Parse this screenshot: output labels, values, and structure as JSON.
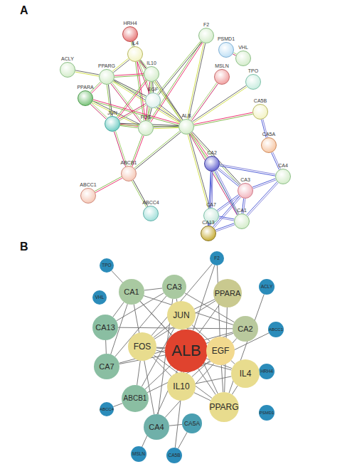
{
  "diagram": {
    "nodes": [
      {
        "text": [
          "HRH4"
        ]
      },
      {
        "text": [
          "F2"
        ]
      },
      {
        "text": [
          "PSMD1"
        ]
      },
      {
        "text": [
          "VHL"
        ]
      },
      {
        "text": [
          "IL4"
        ]
      },
      {
        "text": [
          "ACLY"
        ]
      },
      {
        "text": [
          "PPARG"
        ]
      },
      {
        "text": [
          "IL10"
        ]
      },
      {
        "text": [
          "MSLN"
        ]
      },
      {
        "text": [
          "TPO"
        ]
      },
      {
        "text": [
          "EGF"
        ]
      },
      {
        "text": [
          "CA5B"
        ]
      },
      {
        "text": [
          "PPARA"
        ]
      },
      {
        "text": [
          "JUN"
        ]
      },
      {
        "text": [
          "FOS"
        ]
      },
      {
        "text": [
          "ALB"
        ]
      },
      {
        "text": [
          "CA5A"
        ]
      },
      {
        "text": [
          "CA2"
        ]
      },
      {
        "text": [
          "CA4"
        ]
      },
      {
        "text": [
          "ABCB1"
        ]
      },
      {
        "text": [
          "CA3"
        ]
      },
      {
        "text": [
          "ABCC1"
        ]
      },
      {
        "text": [
          "ABCC4"
        ]
      },
      {
        "text": [
          "CA7"
        ]
      },
      {
        "text": [
          "CA1"
        ]
      },
      {
        "text": [
          "CA13"
        ]
      },
      {
        "text": [
          "TPO"
        ]
      },
      {
        "text": [
          "F2"
        ]
      },
      {
        "text": [
          "VHL"
        ]
      },
      {
        "text": [
          "CA1"
        ]
      },
      {
        "text": [
          "CA3"
        ]
      },
      {
        "text": [
          "PPARA"
        ]
      },
      {
        "text": [
          "ACLY"
        ]
      },
      {
        "text": [
          "JUN"
        ]
      },
      {
        "text": [
          "CA13"
        ]
      },
      {
        "text": [
          "CA2"
        ]
      },
      {
        "text": [
          "ABCC1"
        ]
      },
      {
        "text": [
          "FOS"
        ]
      },
      {
        "text": [
          "ALB"
        ]
      },
      {
        "text": [
          "EGF"
        ]
      },
      {
        "text": [
          "HRH4"
        ]
      },
      {
        "text": [
          "CA7"
        ]
      },
      {
        "text": [
          "IL4"
        ]
      },
      {
        "text": [
          "IL10"
        ]
      },
      {
        "text": [
          "ABCB1"
        ]
      },
      {
        "text": [
          "PPARG"
        ]
      },
      {
        "text": [
          "PSMD1"
        ]
      },
      {
        "text": [
          "ABCC4"
        ]
      },
      {
        "text": [
          "CA4"
        ]
      },
      {
        "text": [
          "CA5A"
        ]
      },
      {
        "text": [
          "MSLN"
        ]
      },
      {
        "text": [
          "CA5B"
        ]
      }
    ],
    "edges": [
      {
        "from": 0,
        "to": 4,
        "arrow": "none"
      },
      {
        "from": 4,
        "to": 7,
        "arrow": "none"
      },
      {
        "from": 4,
        "to": 6,
        "arrow": "none"
      },
      {
        "from": 4,
        "to": 14,
        "arrow": "none"
      },
      {
        "from": 4,
        "to": 15,
        "arrow": "none"
      },
      {
        "from": 4,
        "to": 10,
        "arrow": "none"
      },
      {
        "from": 1,
        "to": 15,
        "arrow": "none"
      },
      {
        "from": 1,
        "to": 14,
        "arrow": "none"
      },
      {
        "from": 1,
        "to": 10,
        "arrow": "none"
      },
      {
        "from": 2,
        "to": 3,
        "arrow": "none"
      },
      {
        "from": 5,
        "to": 6,
        "arrow": "none"
      },
      {
        "from": 6,
        "to": 12,
        "arrow": "none"
      },
      {
        "from": 6,
        "to": 13,
        "arrow": "none"
      },
      {
        "from": 6,
        "to": 14,
        "arrow": "none"
      },
      {
        "from": 6,
        "to": 15,
        "arrow": "none"
      },
      {
        "from": 6,
        "to": 7,
        "arrow": "none"
      },
      {
        "from": 6,
        "to": 10,
        "arrow": "none"
      },
      {
        "from": 12,
        "to": 13,
        "arrow": "none"
      },
      {
        "from": 12,
        "to": 14,
        "arrow": "none"
      },
      {
        "from": 12,
        "to": 15,
        "arrow": "none"
      },
      {
        "from": 7,
        "to": 10,
        "arrow": "none"
      },
      {
        "from": 7,
        "to": 14,
        "arrow": "none"
      },
      {
        "from": 7,
        "to": 15,
        "arrow": "none"
      },
      {
        "from": 7,
        "to": 13,
        "arrow": "none"
      },
      {
        "from": 10,
        "to": 14,
        "arrow": "none"
      },
      {
        "from": 10,
        "to": 13,
        "arrow": "none"
      },
      {
        "from": 10,
        "to": 15,
        "arrow": "none"
      },
      {
        "from": 13,
        "to": 14,
        "arrow": "none"
      },
      {
        "from": 13,
        "to": 15,
        "arrow": "none"
      },
      {
        "from": 13,
        "to": 19,
        "arrow": "none"
      },
      {
        "from": 14,
        "to": 15,
        "arrow": "none"
      },
      {
        "from": 14,
        "to": 19,
        "arrow": "none"
      },
      {
        "from": 15,
        "to": 19,
        "arrow": "none"
      },
      {
        "from": 15,
        "to": 8,
        "arrow": "none"
      },
      {
        "from": 15,
        "to": 9,
        "arrow": "none"
      },
      {
        "from": 15,
        "to": 17,
        "arrow": "none"
      },
      {
        "from": 15,
        "to": 20,
        "arrow": "none"
      },
      {
        "from": 15,
        "to": 24,
        "arrow": "none"
      },
      {
        "from": 15,
        "to": 23,
        "arrow": "none"
      },
      {
        "from": 15,
        "to": 11,
        "arrow": "none"
      },
      {
        "from": 17,
        "to": 18,
        "arrow": "none"
      },
      {
        "from": 17,
        "to": 20,
        "arrow": "none"
      },
      {
        "from": 17,
        "to": 24,
        "arrow": "none"
      },
      {
        "from": 17,
        "to": 23,
        "arrow": "none"
      },
      {
        "from": 17,
        "to": 25,
        "arrow": "none"
      },
      {
        "from": 16,
        "to": 18,
        "arrow": "none"
      },
      {
        "from": 11,
        "to": 16,
        "arrow": "none"
      },
      {
        "from": 18,
        "to": 20,
        "arrow": "none"
      },
      {
        "from": 18,
        "to": 24,
        "arrow": "none"
      },
      {
        "from": 20,
        "to": 24,
        "arrow": "none"
      },
      {
        "from": 20,
        "to": 23,
        "arrow": "none"
      },
      {
        "from": 20,
        "to": 25,
        "arrow": "none"
      },
      {
        "from": 24,
        "to": 23,
        "arrow": "none"
      },
      {
        "from": 24,
        "to": 25,
        "arrow": "none"
      },
      {
        "from": 23,
        "to": 25,
        "arrow": "none"
      },
      {
        "from": 19,
        "to": 21,
        "arrow": "none"
      },
      {
        "from": 19,
        "to": 22,
        "arrow": "none"
      },
      {
        "from": 40,
        "to": 42,
        "arrow": "none"
      },
      {
        "from": 42,
        "to": 43,
        "arrow": "none"
      },
      {
        "from": 42,
        "to": 45,
        "arrow": "none"
      },
      {
        "from": 42,
        "to": 37,
        "arrow": "none"
      },
      {
        "from": 42,
        "to": 38,
        "arrow": "none"
      },
      {
        "from": 42,
        "to": 39,
        "arrow": "none"
      },
      {
        "from": 27,
        "to": 38,
        "arrow": "none"
      },
      {
        "from": 27,
        "to": 37,
        "arrow": "none"
      },
      {
        "from": 27,
        "to": 39,
        "arrow": "none"
      },
      {
        "from": 32,
        "to": 45,
        "arrow": "none"
      },
      {
        "from": 45,
        "to": 31,
        "arrow": "none"
      },
      {
        "from": 45,
        "to": 33,
        "arrow": "none"
      },
      {
        "from": 45,
        "to": 37,
        "arrow": "none"
      },
      {
        "from": 45,
        "to": 38,
        "arrow": "none"
      },
      {
        "from": 45,
        "to": 43,
        "arrow": "none"
      },
      {
        "from": 45,
        "to": 39,
        "arrow": "none"
      },
      {
        "from": 31,
        "to": 33,
        "arrow": "none"
      },
      {
        "from": 31,
        "to": 37,
        "arrow": "none"
      },
      {
        "from": 31,
        "to": 38,
        "arrow": "none"
      },
      {
        "from": 43,
        "to": 39,
        "arrow": "none"
      },
      {
        "from": 43,
        "to": 37,
        "arrow": "none"
      },
      {
        "from": 43,
        "to": 38,
        "arrow": "none"
      },
      {
        "from": 43,
        "to": 33,
        "arrow": "none"
      },
      {
        "from": 39,
        "to": 37,
        "arrow": "none"
      },
      {
        "from": 39,
        "to": 33,
        "arrow": "none"
      },
      {
        "from": 39,
        "to": 38,
        "arrow": "none"
      },
      {
        "from": 33,
        "to": 37,
        "arrow": "none"
      },
      {
        "from": 33,
        "to": 38,
        "arrow": "none"
      },
      {
        "from": 33,
        "to": 44,
        "arrow": "none"
      },
      {
        "from": 37,
        "to": 38,
        "arrow": "none"
      },
      {
        "from": 37,
        "to": 44,
        "arrow": "none"
      },
      {
        "from": 38,
        "to": 44,
        "arrow": "none"
      },
      {
        "from": 38,
        "to": 50,
        "arrow": "none"
      },
      {
        "from": 38,
        "to": 26,
        "arrow": "none"
      },
      {
        "from": 38,
        "to": 35,
        "arrow": "none"
      },
      {
        "from": 38,
        "to": 30,
        "arrow": "none"
      },
      {
        "from": 38,
        "to": 29,
        "arrow": "none"
      },
      {
        "from": 38,
        "to": 41,
        "arrow": "none"
      },
      {
        "from": 38,
        "to": 51,
        "arrow": "none"
      },
      {
        "from": 35,
        "to": 48,
        "arrow": "none"
      },
      {
        "from": 35,
        "to": 30,
        "arrow": "none"
      },
      {
        "from": 35,
        "to": 29,
        "arrow": "none"
      },
      {
        "from": 35,
        "to": 41,
        "arrow": "none"
      },
      {
        "from": 35,
        "to": 34,
        "arrow": "none"
      },
      {
        "from": 49,
        "to": 48,
        "arrow": "none"
      },
      {
        "from": 51,
        "to": 49,
        "arrow": "none"
      },
      {
        "from": 48,
        "to": 30,
        "arrow": "none"
      },
      {
        "from": 48,
        "to": 29,
        "arrow": "none"
      },
      {
        "from": 30,
        "to": 29,
        "arrow": "none"
      },
      {
        "from": 30,
        "to": 41,
        "arrow": "none"
      },
      {
        "from": 30,
        "to": 34,
        "arrow": "none"
      },
      {
        "from": 29,
        "to": 41,
        "arrow": "none"
      },
      {
        "from": 29,
        "to": 34,
        "arrow": "none"
      },
      {
        "from": 41,
        "to": 34,
        "arrow": "none"
      },
      {
        "from": 44,
        "to": 36,
        "arrow": "none"
      },
      {
        "from": 44,
        "to": 47,
        "arrow": "none"
      }
    ],
    "labels": [
      "A",
      "B"
    ]
  }
}
